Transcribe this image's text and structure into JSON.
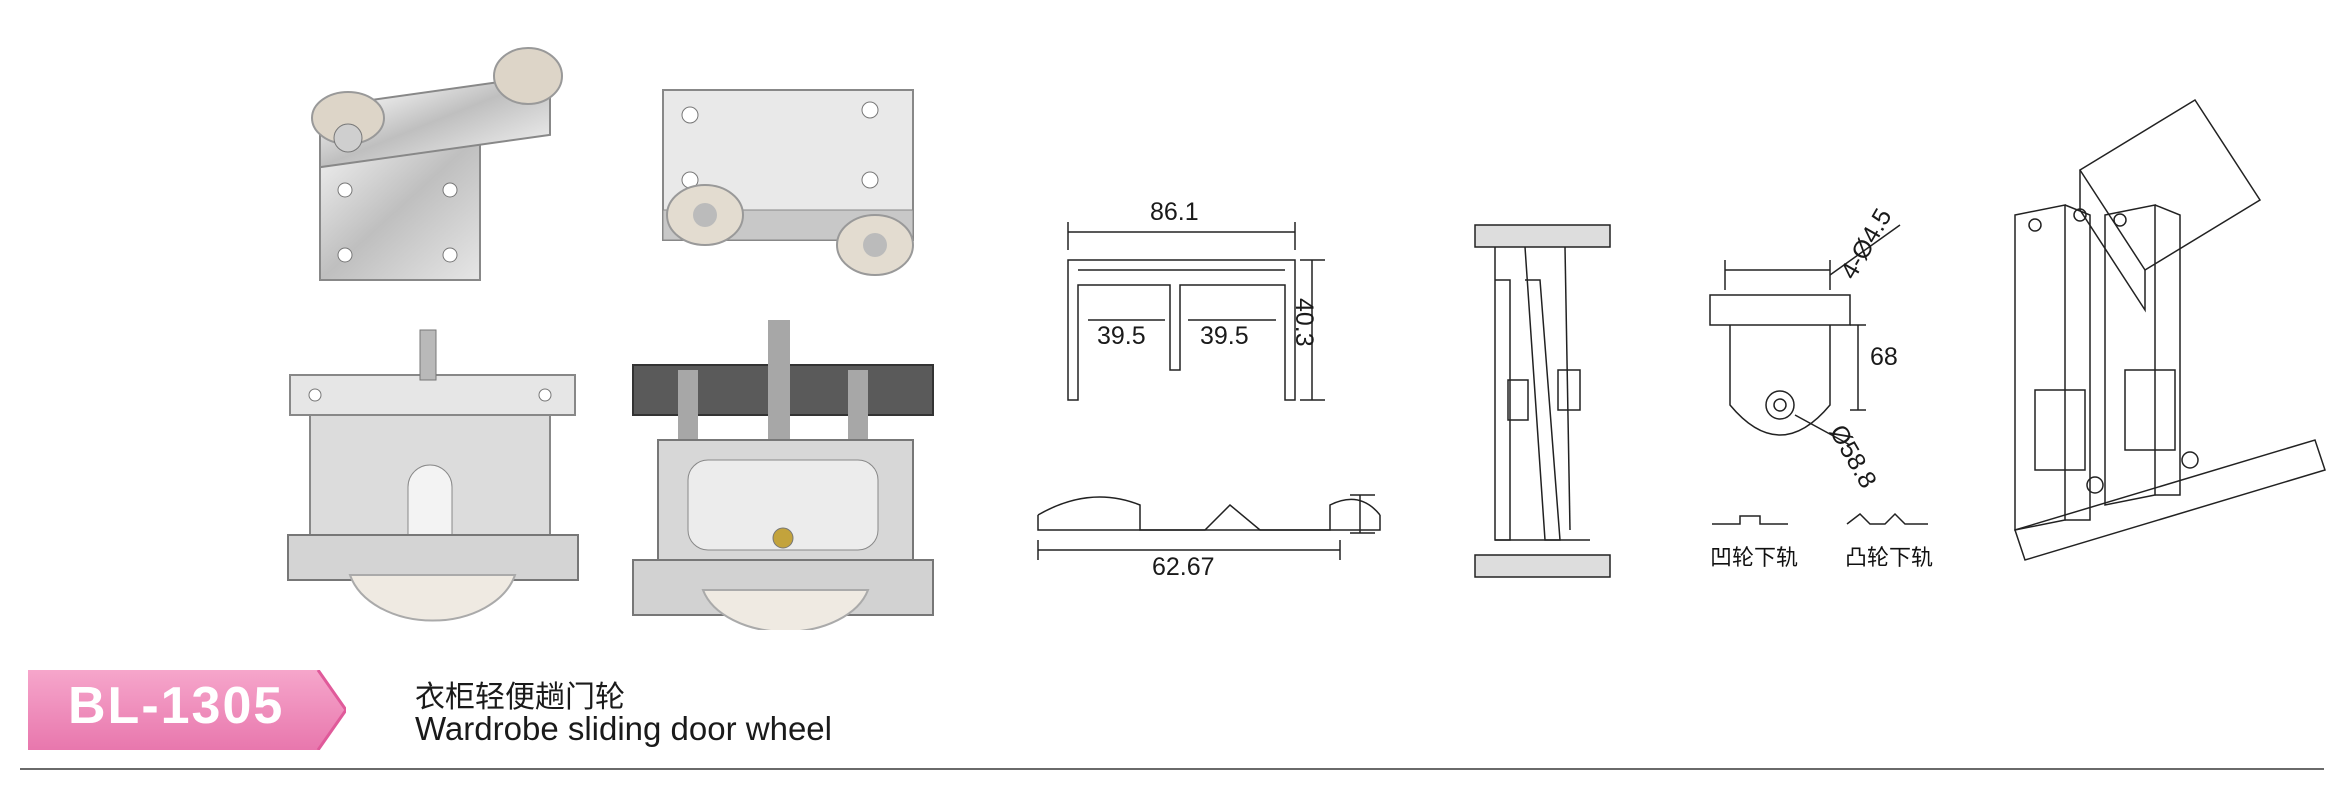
{
  "product": {
    "code": "BL-1305",
    "name_cn": "衣柜轻便趟门轮",
    "name_en": "Wardrobe sliding door wheel",
    "accent_color": "#ef86b8"
  },
  "dimensions": {
    "top_track_width": "86.1",
    "top_track_height": "40.3",
    "top_track_left_channel": "39.5",
    "top_track_right_channel": "39.5",
    "bottom_track_width": "62.67",
    "wheel_holes": "4-Ø4.5",
    "wheel_height": "68",
    "wheel_diameter": "Ø58.8"
  },
  "track_labels": {
    "concave": "凹轮下轨",
    "convex": "凸轮下轨"
  }
}
